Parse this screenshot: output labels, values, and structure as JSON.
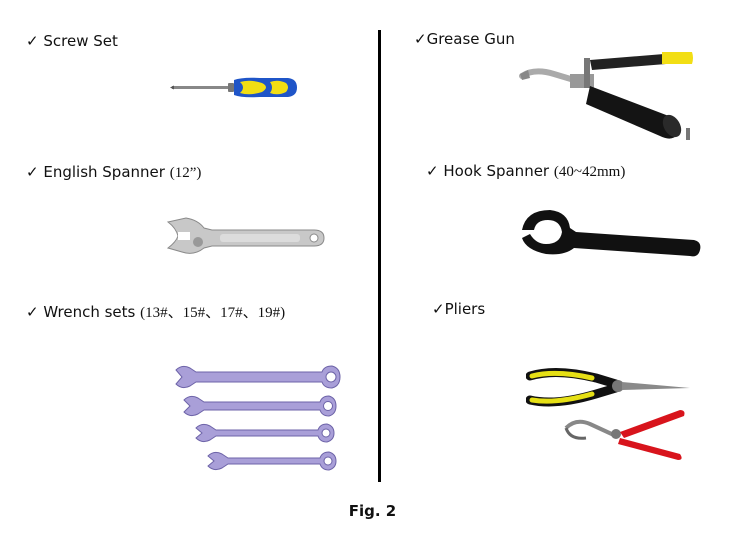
{
  "items": [
    {
      "check": "✓",
      "name": "Screw Set",
      "size": ""
    },
    {
      "check": "✓",
      "name": "Grease Gun",
      "size": ""
    },
    {
      "check": "✓",
      "name": "English Spanner",
      "size": "(12”)"
    },
    {
      "check": "✓",
      "name": "Hook Spanner",
      "size": "(40~42mm)"
    },
    {
      "check": "✓",
      "name": "Wrench sets",
      "size": "(13#、15#、17#、19#)"
    },
    {
      "check": "✓",
      "name": "Pliers",
      "size": ""
    }
  ],
  "caption": "Fig. 2",
  "icons": [
    "screwdriver-icon",
    "grease-gun-icon",
    "adjustable-spanner-icon",
    "hook-spanner-icon",
    "wrench-set-icon",
    "pliers-icon"
  ]
}
